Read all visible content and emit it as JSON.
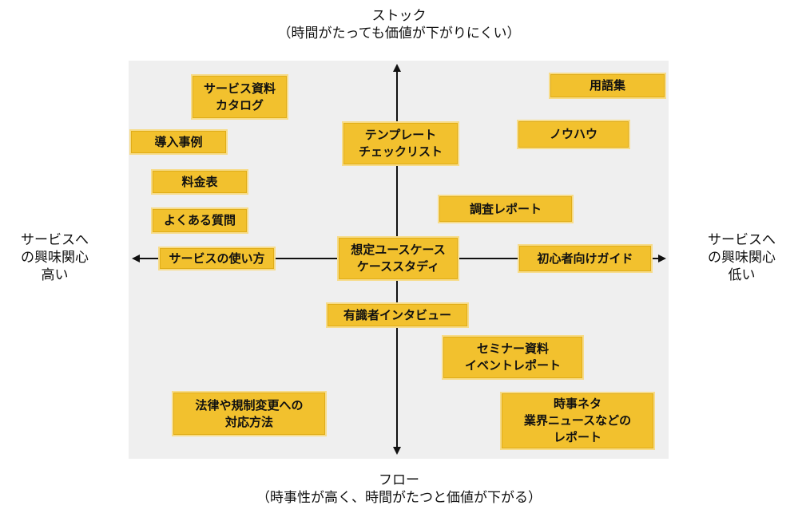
{
  "axes": {
    "top": [
      "ストック",
      "（時間がたっても価値が下がりにくい）"
    ],
    "bottom": [
      "フロー",
      "（時事性が高く、時間がたつと価値が下がる）"
    ],
    "left": [
      "サービスへ",
      "の興味関心",
      "高い"
    ],
    "right": [
      "サービスへ",
      "の興味関心",
      "低い"
    ]
  },
  "items": [
    {
      "id": "service-materials-catalog",
      "lines": [
        "サービス資料",
        "カタログ"
      ]
    },
    {
      "id": "glossary",
      "lines": [
        "用語集"
      ]
    },
    {
      "id": "template-checklist",
      "lines": [
        "テンプレート",
        "チェックリスト"
      ]
    },
    {
      "id": "case-studies",
      "lines": [
        "導入事例"
      ]
    },
    {
      "id": "knowhow",
      "lines": [
        "ノウハウ"
      ]
    },
    {
      "id": "price-list",
      "lines": [
        "料金表"
      ]
    },
    {
      "id": "survey-report",
      "lines": [
        "調査レポート"
      ]
    },
    {
      "id": "faq",
      "lines": [
        "よくある質問"
      ]
    },
    {
      "id": "how-to-use",
      "lines": [
        "サービスの使い方"
      ]
    },
    {
      "id": "use-case-study",
      "lines": [
        "想定ユースケース",
        "ケーススタディ"
      ]
    },
    {
      "id": "beginner-guide",
      "lines": [
        "初心者向けガイド"
      ]
    },
    {
      "id": "expert-interview",
      "lines": [
        "有識者インタビュー"
      ]
    },
    {
      "id": "seminar-event-report",
      "lines": [
        "セミナー資料",
        "イベントレポート"
      ]
    },
    {
      "id": "law-regulation-response",
      "lines": [
        "法律や規制変更への",
        "対応方法"
      ]
    },
    {
      "id": "news-report",
      "lines": [
        "時事ネタ",
        "業界ニュースなどの",
        "レポート"
      ]
    }
  ]
}
